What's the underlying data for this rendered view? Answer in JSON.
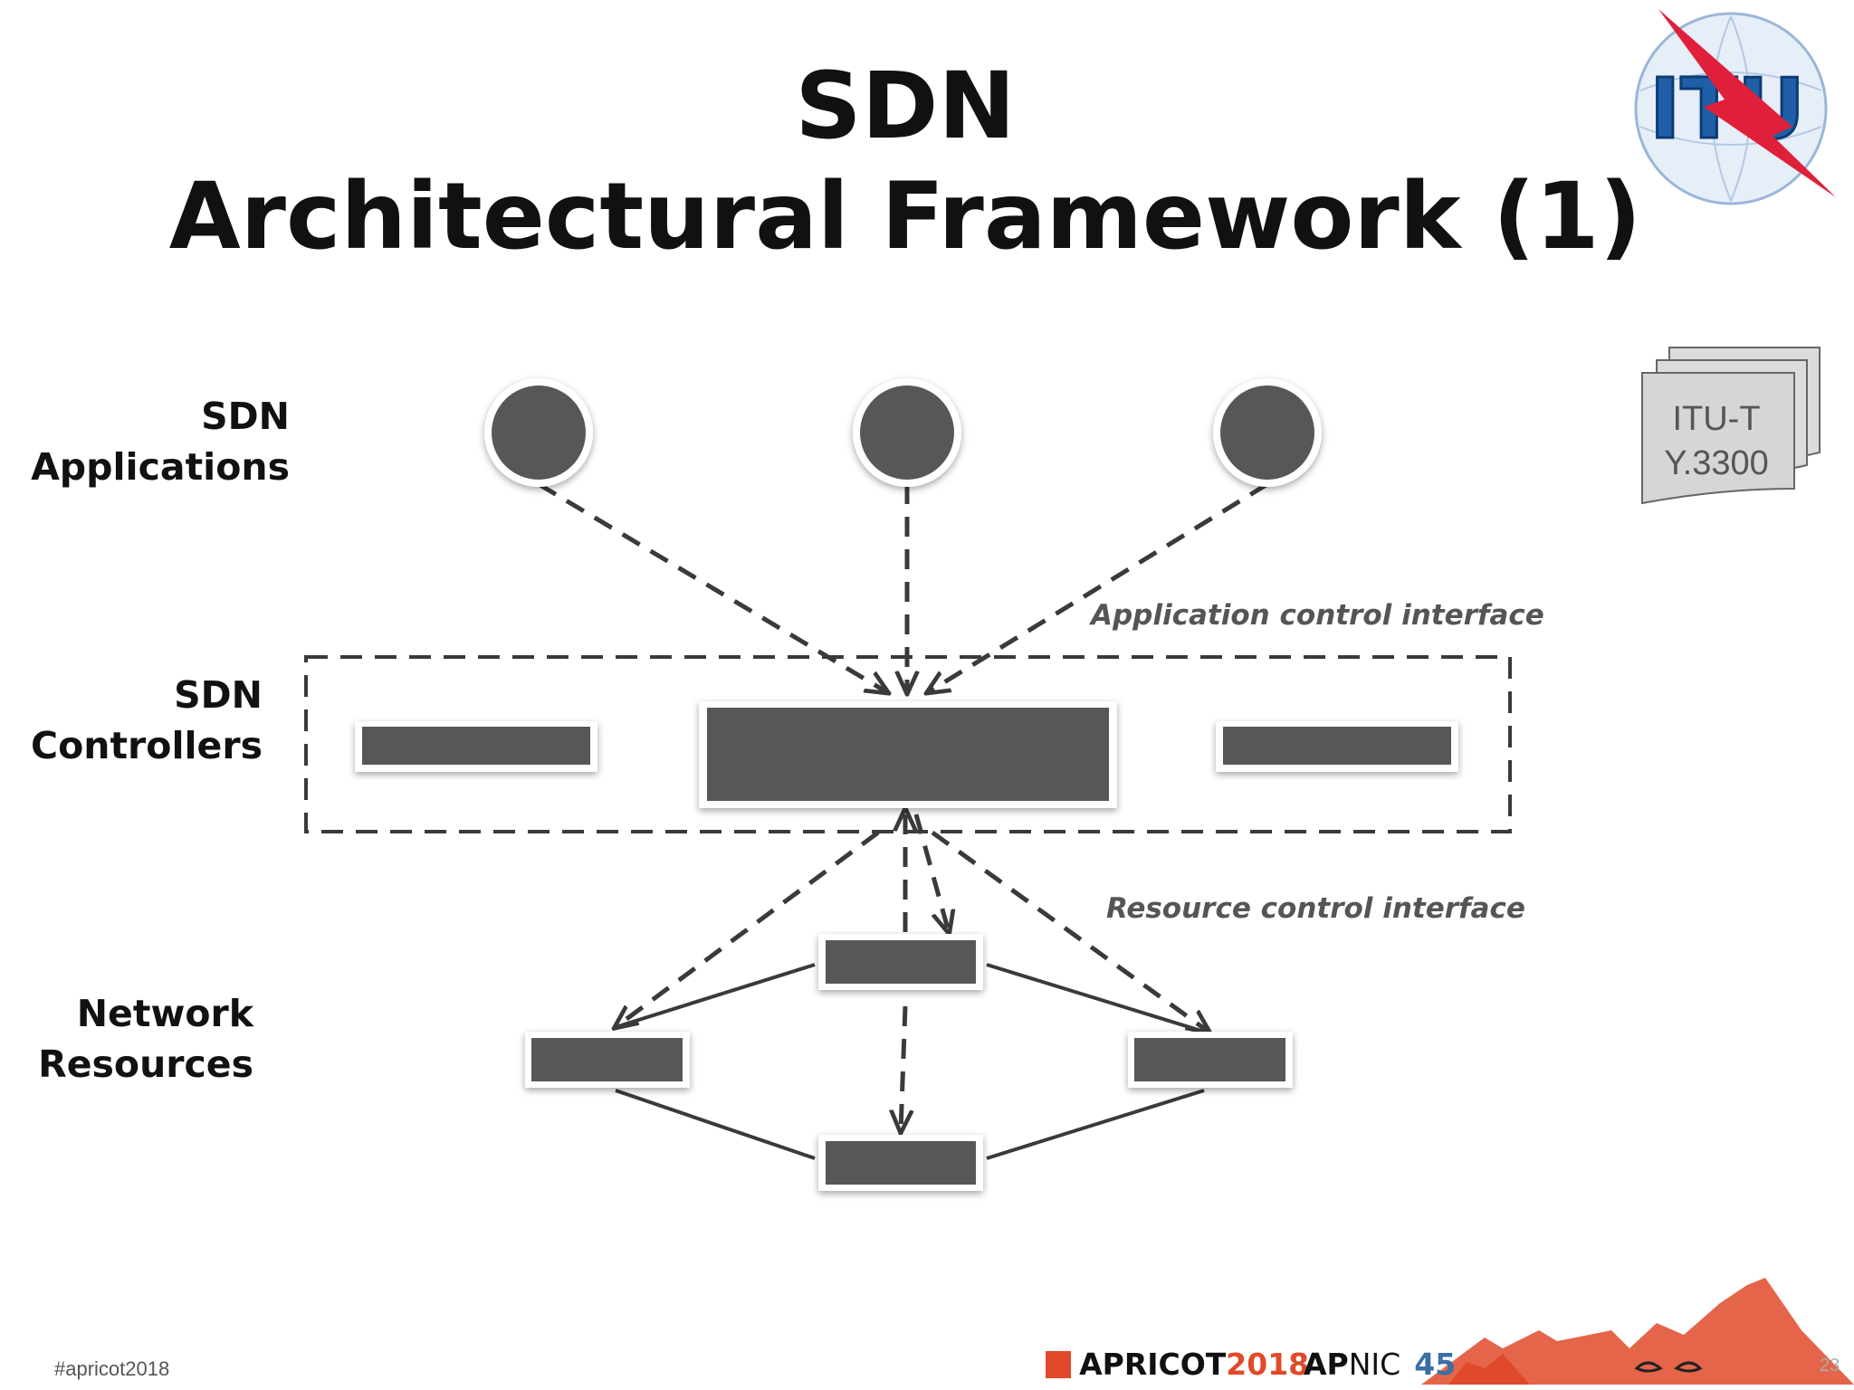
{
  "title": {
    "line1": "SDN",
    "line2": "Architectural Framework (1)"
  },
  "layers": {
    "applications": {
      "line1": "SDN",
      "line2": "Applications"
    },
    "controllers": {
      "line1": "SDN",
      "line2": "Controllers"
    },
    "resources": {
      "line1": "Network",
      "line2": "Resources"
    }
  },
  "interfaces": {
    "application": "Application control interface",
    "resource": "Resource control interface"
  },
  "document_badge": {
    "line1": "ITU-T",
    "line2": "Y.3300"
  },
  "logo": {
    "itu": "ITU"
  },
  "footer": {
    "hashtag": "#apricot2018",
    "apricot_word": "APRICOT",
    "apricot_year": "2018",
    "apnic_ap": "AP",
    "apnic_nic": "NIC",
    "apnic_num": "45",
    "slide_number": "23"
  },
  "colors": {
    "node_fill": "#575757",
    "dash_stroke": "#3a3a3a",
    "itu_blue": "#1f5fa8",
    "itu_red": "#e0203a",
    "apricot_orange": "#e04a2a",
    "apnic_blue": "#3a6ea5"
  }
}
